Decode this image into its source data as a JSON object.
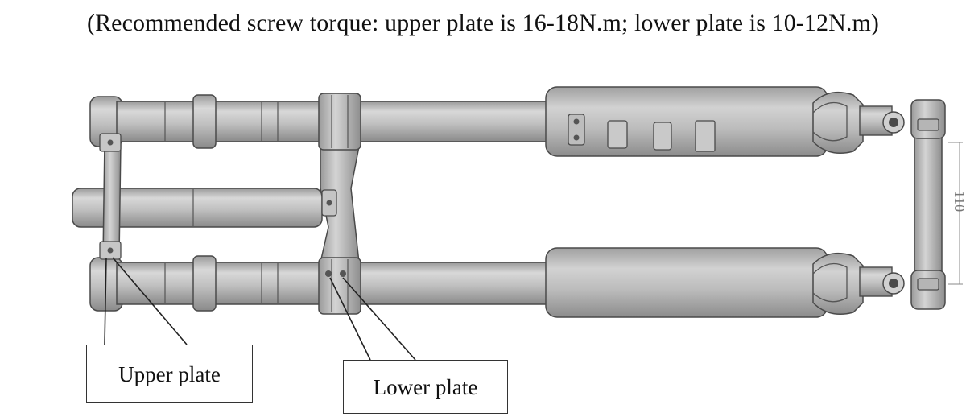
{
  "caption": "(Recommended screw torque: upper plate is 16-18N.m; lower plate is 10-12N.m)",
  "labels": {
    "upper_plate": "Upper plate",
    "lower_plate": "Lower plate"
  },
  "dimension": {
    "value": "110"
  },
  "colors": {
    "metal": "#c3c3c3",
    "metal_dark": "#8e8e8e",
    "outline": "#4a4a4a"
  }
}
